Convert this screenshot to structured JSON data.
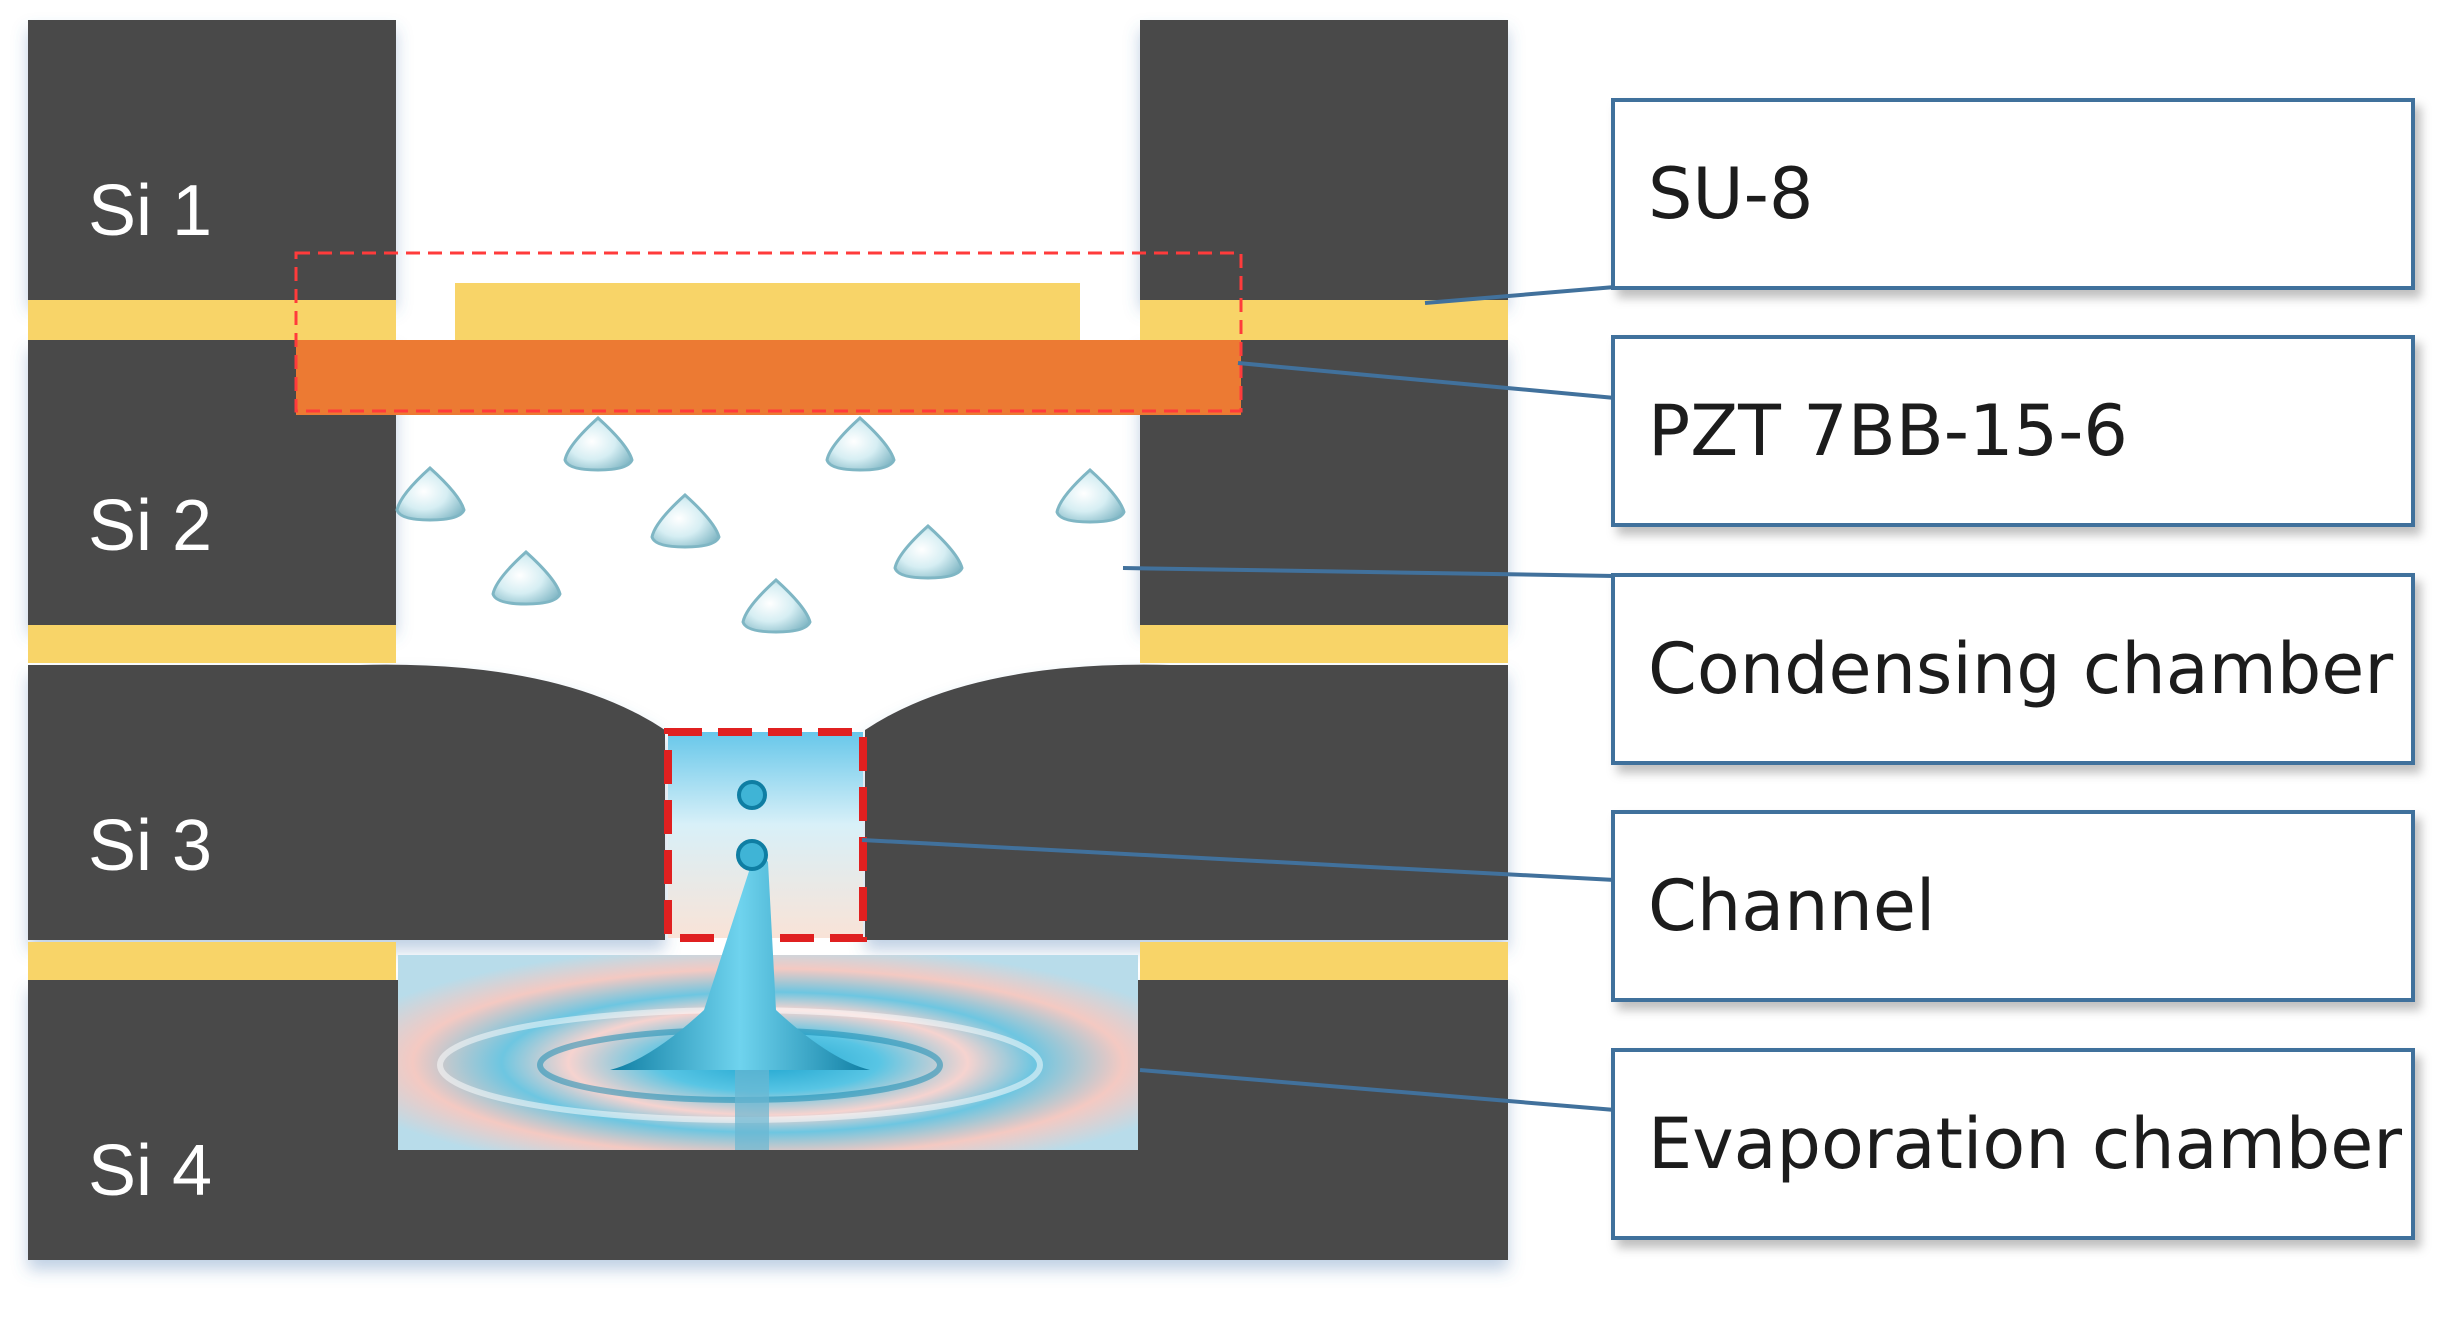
{
  "layers": {
    "si1": "Si 1",
    "si2": "Si 2",
    "si3": "Si 3",
    "si4": "Si 4"
  },
  "callouts": {
    "su8": "SU-8",
    "pzt": "PZT 7BB-15-6",
    "condensing": "Condensing chamber",
    "channel": "Channel",
    "evaporation": "Evaporation chamber"
  },
  "colors": {
    "silicon": "#4a4a4a",
    "su8": "#f8d468",
    "pzt": "#ec7a33",
    "callout_border": "#41719c",
    "pzt_outline": "#ff3b3b",
    "channel_outline": "#e02020",
    "water": "#3fb4d6"
  }
}
